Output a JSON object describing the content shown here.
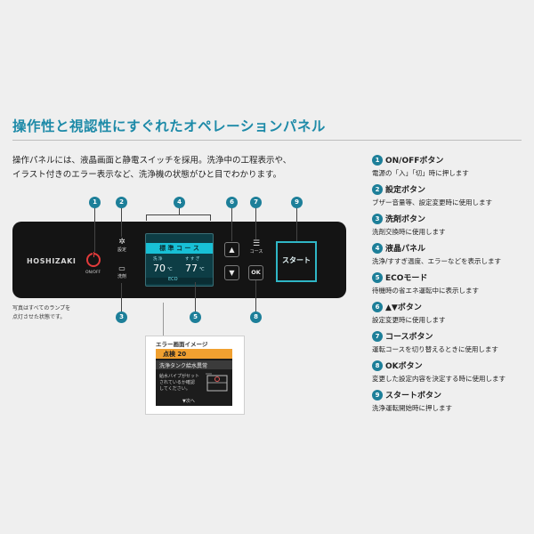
{
  "header": {
    "title": "操作性と視認性にすぐれたオペレーションパネル",
    "desc_line1": "操作パネルには、液晶画面と静電スイッチを採用。洗浄中の工程表示や、",
    "desc_line2": "イラスト付きのエラー表示など、洗浄機の状態がひと目でわかります。"
  },
  "panel": {
    "brand": "HOSHIZAKI",
    "onoff_label": "ON/OFF",
    "settings_label": "設定",
    "detergent_label": "洗剤",
    "course_label": "コース",
    "ok_label": "OK",
    "start_label": "スタート",
    "lcd": {
      "mode": "標 準 コ ー ス",
      "wash_label": "洗 浄",
      "wash_temp": "70",
      "rinse_label": "す す ぎ",
      "rinse_temp": "77",
      "unit": "℃",
      "eco": "ECO"
    }
  },
  "callouts": {
    "n1": "1",
    "n2": "2",
    "n3": "3",
    "n4": "4",
    "n5": "5",
    "n6": "6",
    "n7": "7",
    "n8": "8",
    "n9": "9"
  },
  "note": {
    "line1": "写真はすべてのランプを",
    "line2": "点灯させた状態です。"
  },
  "error_image": {
    "title": "エラー画面イメージ",
    "code": "点検 20",
    "message": "洗浄タンク給水異常",
    "line1": "給水バイプがセット",
    "line2": "されているか確認",
    "line3": "してください。",
    "next": "▼次へ"
  },
  "legend": [
    {
      "num": "1",
      "title": "ON/OFFボタン",
      "desc": "電源の「入」「切」時に押します"
    },
    {
      "num": "2",
      "title": "設定ボタン",
      "desc": "ブザー音量等、設定変更時に使用します"
    },
    {
      "num": "3",
      "title": "洗剤ボタン",
      "desc": "洗剤交換時に使用します"
    },
    {
      "num": "4",
      "title": "液晶パネル",
      "desc": "洗浄/すすぎ温度、エラーなどを表示します"
    },
    {
      "num": "5",
      "title": "ECOモード",
      "desc": "待機時の省エネ運転中に表示します"
    },
    {
      "num": "6",
      "title": "▲▼ボタン",
      "desc": "設定変更時に使用します"
    },
    {
      "num": "7",
      "title": "コースボタン",
      "desc": "運転コースを切り替えるときに使用します"
    },
    {
      "num": "8",
      "title": "OKボタン",
      "desc": "変更した設定内容を決定する時に使用します"
    },
    {
      "num": "9",
      "title": "スタートボタン",
      "desc": "洗浄運転開始時に押します"
    }
  ],
  "colors": {
    "accent": "#1d8aa8",
    "panel": "#141414",
    "lcd_bar": "#18c0d6",
    "power": "#e23b3b",
    "start_border": "#2fb6c6",
    "error_bar": "#f0a030"
  }
}
